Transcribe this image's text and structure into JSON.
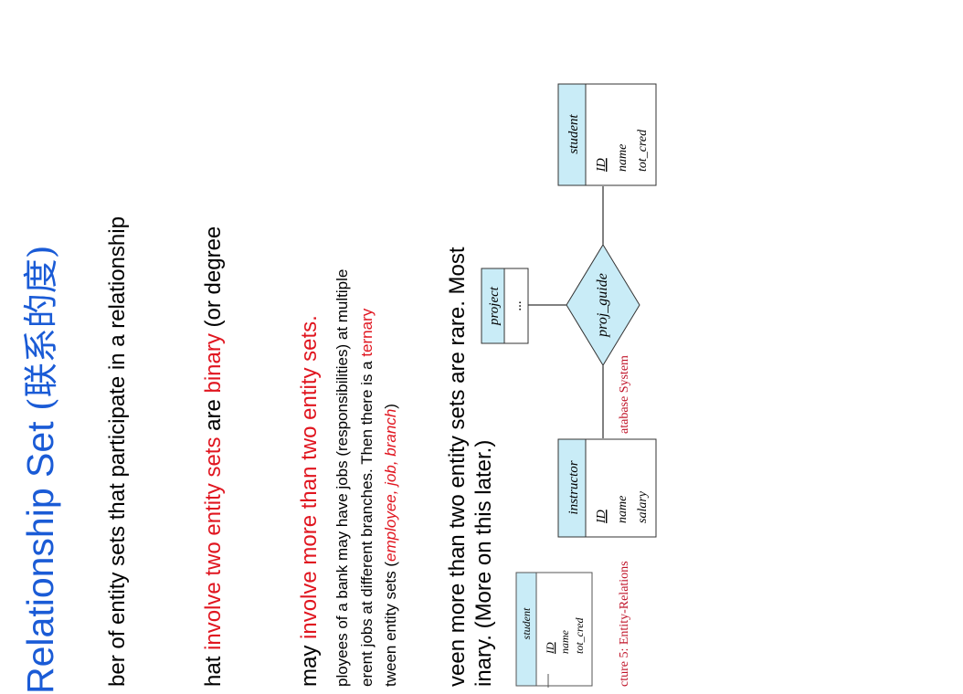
{
  "slide": {
    "title": "Relationship Set",
    "title_cn": "(联系的度)",
    "bullets": {
      "b1": "ber of entity sets that participate in a relationship",
      "b2_pre": "hat ",
      "b2_red": "involve two entity sets",
      "b2_mid": " are ",
      "b2_red2": "binary",
      "b2_post": " (or degree",
      "b3_pre": "may ",
      "b3_red": "involve more than two entity sets.",
      "b3_l1": "ployees of a bank may have jobs (responsibilities) at multiple",
      "b3_l2_pre": "erent jobs at different branches. Then there is a ",
      "b3_l2_red": "ternary",
      "b3_l3_pre": "tween entity sets (",
      "b3_l3_ital": "employee, job, branch",
      "b3_l3_post": ")",
      "b4_l1": "veen more than two entity sets are rare. Most",
      "b4_l2": "inary. (More on this later.)"
    },
    "footer": "cture 5: Entity-Relations",
    "footer2": "atabase System"
  },
  "diagram": {
    "student": {
      "name": "student",
      "attrs": [
        "ID",
        "name",
        "tot_cred"
      ]
    },
    "instructor": {
      "name": "instructor",
      "attrs": [
        "ID",
        "name",
        "salary"
      ]
    },
    "project": {
      "name": "project",
      "attrs": [
        "..."
      ]
    },
    "relationship": "proj_guide",
    "small_student": {
      "name": "student",
      "attrs": [
        "ID",
        "name",
        "tot_cred"
      ]
    }
  },
  "colors": {
    "accent": "#1a5bd6",
    "highlight": "#e0151f",
    "entity_header": "#c9ecf7"
  }
}
